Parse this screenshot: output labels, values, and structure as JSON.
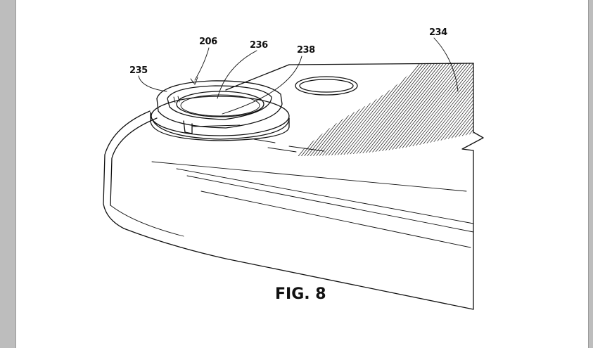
{
  "figure": {
    "caption": "FIG. 8",
    "labels": {
      "ref_206": "206",
      "ref_236": "236",
      "ref_238": "238",
      "ref_235": "235",
      "ref_234": "234"
    }
  },
  "colors": {
    "viewer_background": "#bdbdbd",
    "page": "#ffffff",
    "ink": "#111111"
  }
}
